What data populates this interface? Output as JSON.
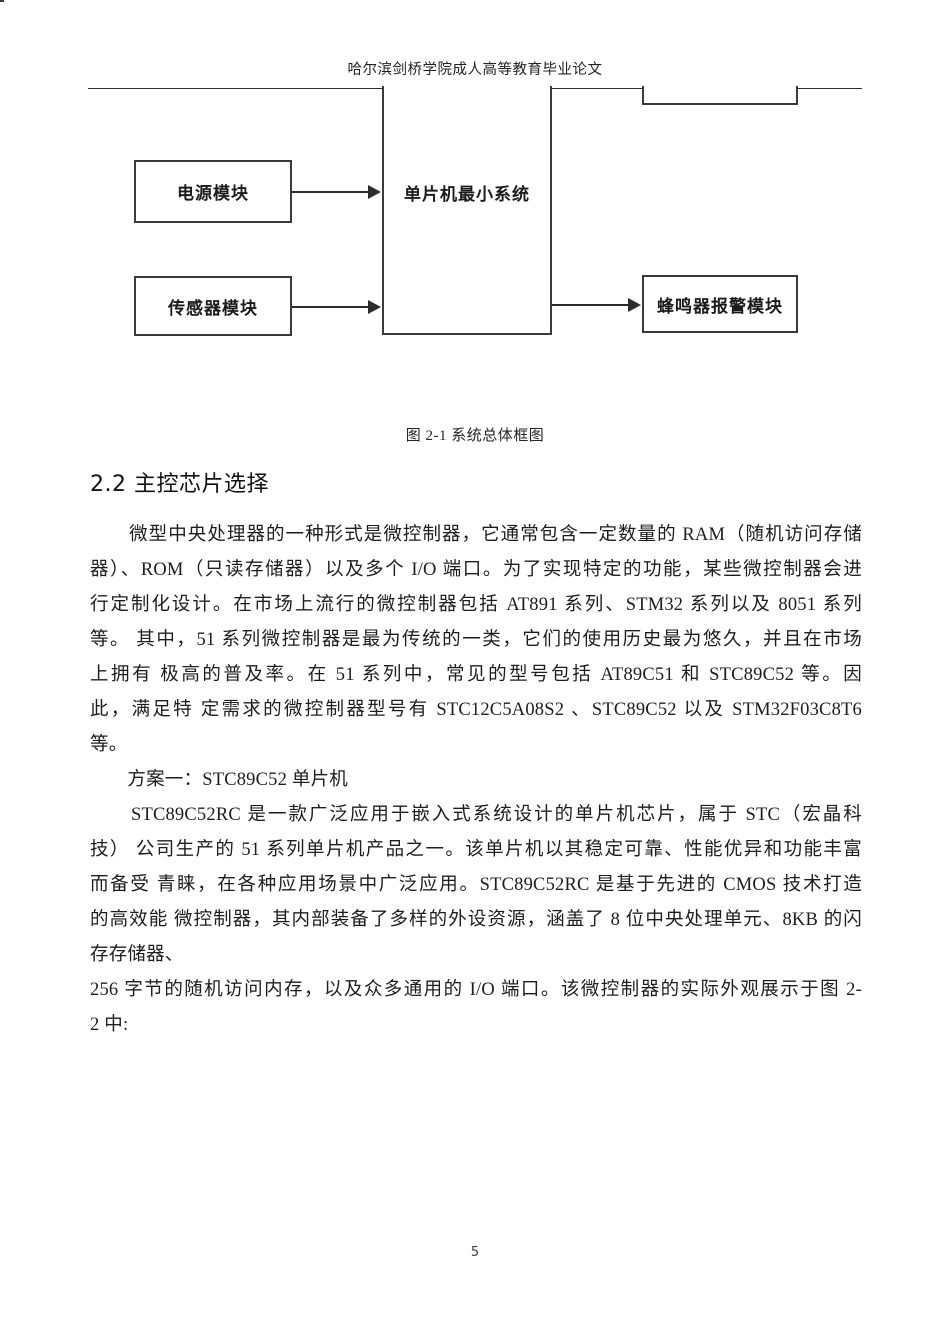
{
  "header": {
    "running_title": "哈尔滨剑桥学院成人高等教育毕业论文"
  },
  "figure": {
    "caption": "图 2-1  系统总体框图",
    "boxes": {
      "power_module": "电源模块",
      "sensor_module": "传感器模块",
      "mcu_core": "单片机最小系统",
      "buzzer_module": "蜂鸣器报警模块"
    }
  },
  "section": {
    "heading": "2.2  主控芯片选择"
  },
  "paragraphs": {
    "p1": [
      "　　微型中央处理器的一种形式是微控制器，它通常包含一定数量的 RAM（随机访问存储",
      "器）、ROM（只读存储器）以及多个 I/O 端口。为了实现特定的功能，某些微控制器会进",
      "行定制化设计。在市场上流行的微控制器包括 AT891 系列、STM32 系列以及 8051 系列",
      "等。 其中，51 系列微控制器是最为传统的一类，它们的使用历史最为悠久，并且在市场",
      "上拥有 极高的普及率。在 51 系列中，常见的型号包括 AT89C51 和 STC89C52 等。因",
      "此，满足特 定需求的微控制器型号有 STC12C5A08S2 、STC89C52 以及 STM32F03C8T6",
      "等。"
    ],
    "p2": [
      "　　方案一：STC89C52 单片机"
    ],
    "p3": [
      "　　STC89C52RC 是一款广泛应用于嵌入式系统设计的单片机芯片，属于 STC（宏晶科",
      "技） 公司生产的 51 系列单片机产品之一。该单片机以其稳定可靠、性能优异和功能丰富",
      "而备受 青睐，在各种应用场景中广泛应用。STC89C52RC 是基于先进的 CMOS 技术打造",
      "的高效能 微控制器，其内部装备了多样的外设资源，涵盖了 8 位中央处理单元、8KB 的闪",
      "存存储器、",
      "256 字节的随机访问内存，以及众多通用的 I/O 端口。该微控制器的实际外观展示于图 2-",
      "2 中:"
    ]
  },
  "footer": {
    "page_number": "5"
  }
}
